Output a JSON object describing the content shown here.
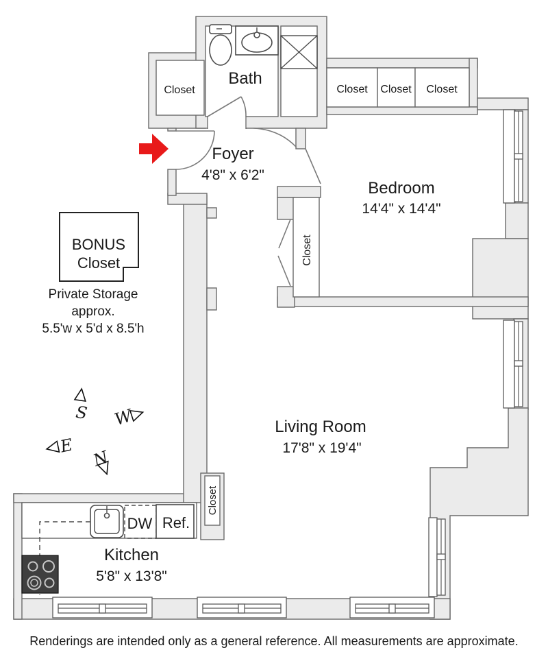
{
  "colors": {
    "wall_fill": "#ebebeb",
    "wall_stroke": "#6a6a6a",
    "entry_arrow_red": "#e81a1a",
    "stove_fill": "#3f3f3f",
    "text": "#1a1a1a"
  },
  "rooms": {
    "foyer": {
      "name": "Foyer",
      "dims": "4'8\" x 6'2\""
    },
    "bath": {
      "name": "Bath"
    },
    "bedroom": {
      "name": "Bedroom",
      "dims": "14'4\" x 14'4\""
    },
    "living_room": {
      "name": "Living Room",
      "dims": "17'8\" x 19'4\""
    },
    "kitchen": {
      "name": "Kitchen",
      "dims": "5'8\" x 13'8\""
    }
  },
  "closets": {
    "bath_closet": "Closet",
    "hall_closets": [
      "Closet",
      "Closet",
      "Closet"
    ],
    "bedroom_closet": "Closet",
    "kitchen_closet": "Closet"
  },
  "bonus_storage": {
    "title_line1": "BONUS",
    "title_line2": "Closet",
    "note_line1": "Private Storage",
    "note_line2": "approx.",
    "note_line3": "5.5'w x 5'd x 8.5'h"
  },
  "appliances": {
    "dishwasher": "DW",
    "refrigerator": "Ref."
  },
  "compass": {
    "north": "N",
    "south": "S",
    "east": "E",
    "west": "W"
  },
  "footer": {
    "disclaimer": "Renderings are intended only as a general reference. All measurements are approximate."
  }
}
